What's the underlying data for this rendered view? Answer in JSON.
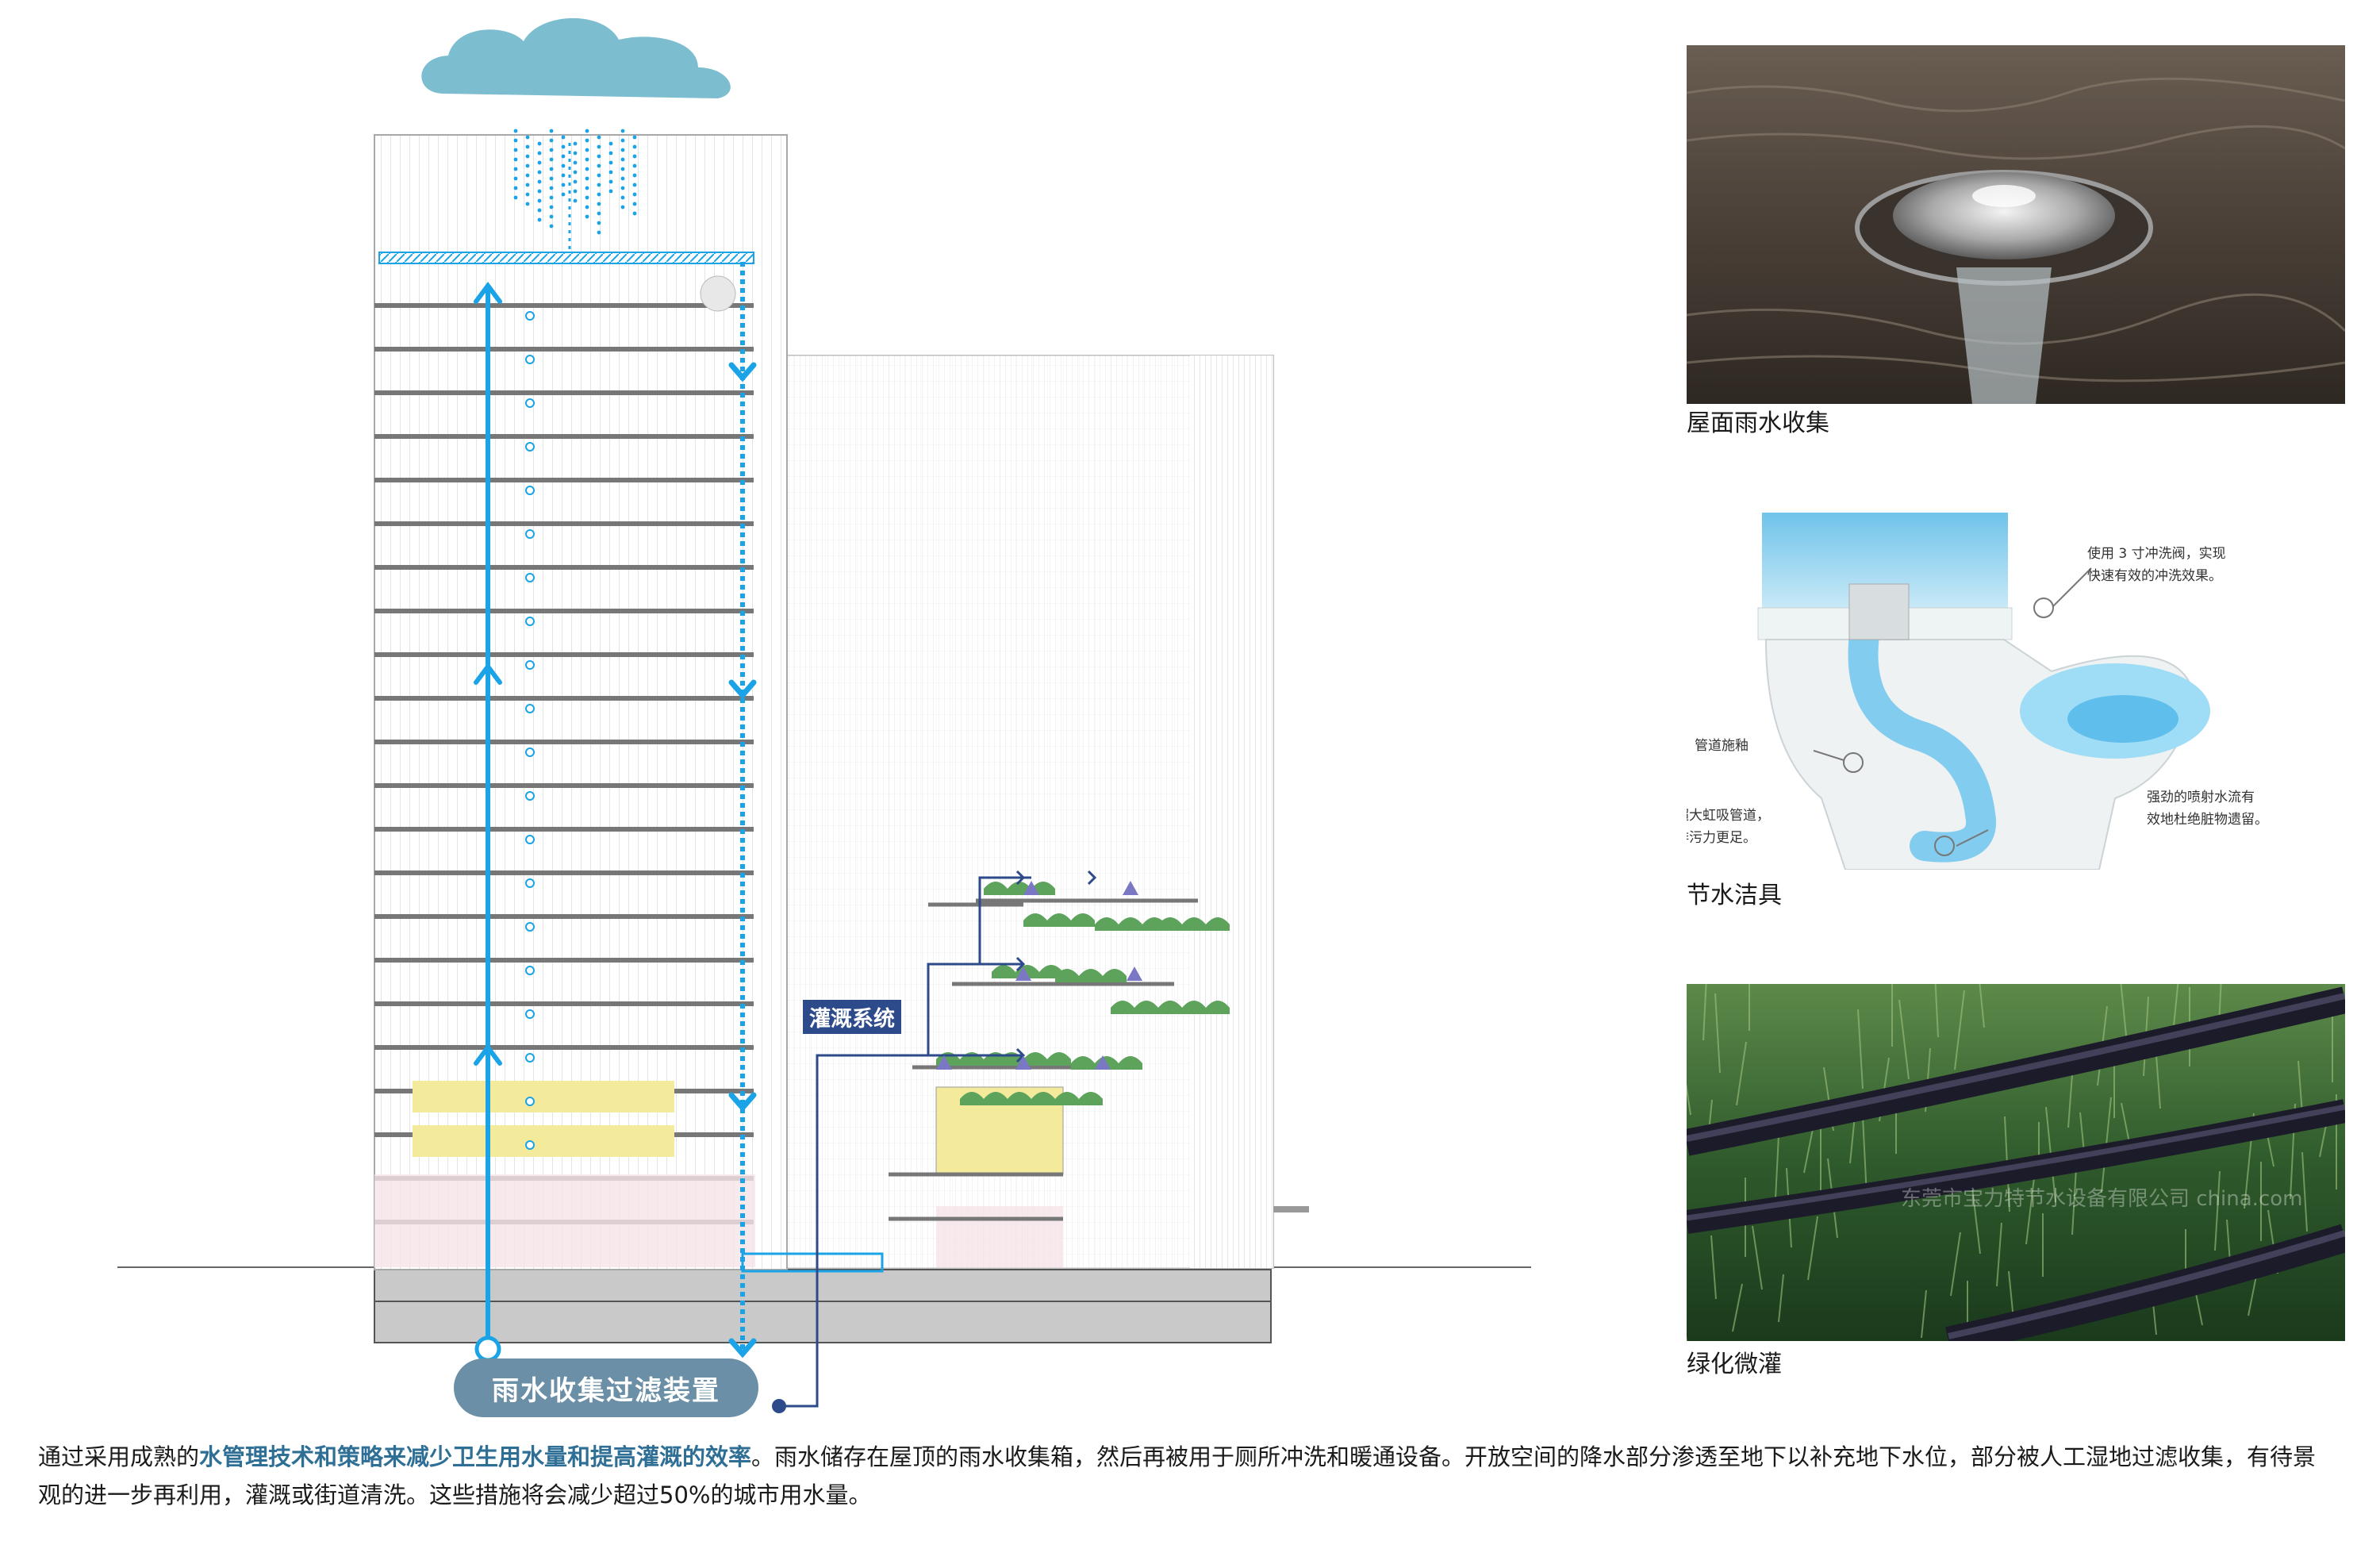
{
  "diagram": {
    "collector_label": "雨水收集过滤装置",
    "irrigation_label": "灌溉系统"
  },
  "photos": [
    {
      "caption": "屋面雨水收集",
      "icon": "roof-drain-photo"
    },
    {
      "caption": "节水洁具",
      "icon": "toilet-cutaway-illustration",
      "annotations": {
        "flush_valve": "使用 3 寸冲洗阀，实现\n快速有效的冲洗效果。",
        "glaze": "管道施釉",
        "siphon": "超大虹吸管道，\n排污力更足。",
        "jet": "强劲的喷射水流有\n效地杜绝脏物遗留。"
      }
    },
    {
      "caption": "绿化微灌",
      "icon": "drip-irrigation-photo",
      "watermark": "东莞市宝力特节水设备有限公司 china.com"
    }
  ],
  "description": {
    "pre": "通过采用成熟的",
    "highlight": "水管理技术和策略来减少卫生用水量和提高灌溉的效率",
    "post": "。雨水储存在屋顶的雨水收集箱，然后再被用于厕所冲洗和暖通设备。开放空间的降水部分渗透至地下以补充地下水位，部分被人工湿地过滤收集，有待景观的进一步再利用，灌溉或街道清洗。这些措施将会减少超过50%的城市用水量。"
  },
  "colors": {
    "water_blue": "#1aa3e6",
    "cloud": "#7dbdd0",
    "navy": "#2d4a8a",
    "label_box": "#6b8fa6",
    "highlight_text": "#2f6f95",
    "yellow_floor": "#f3ea9c",
    "pink_floor": "#f6e3e8"
  }
}
